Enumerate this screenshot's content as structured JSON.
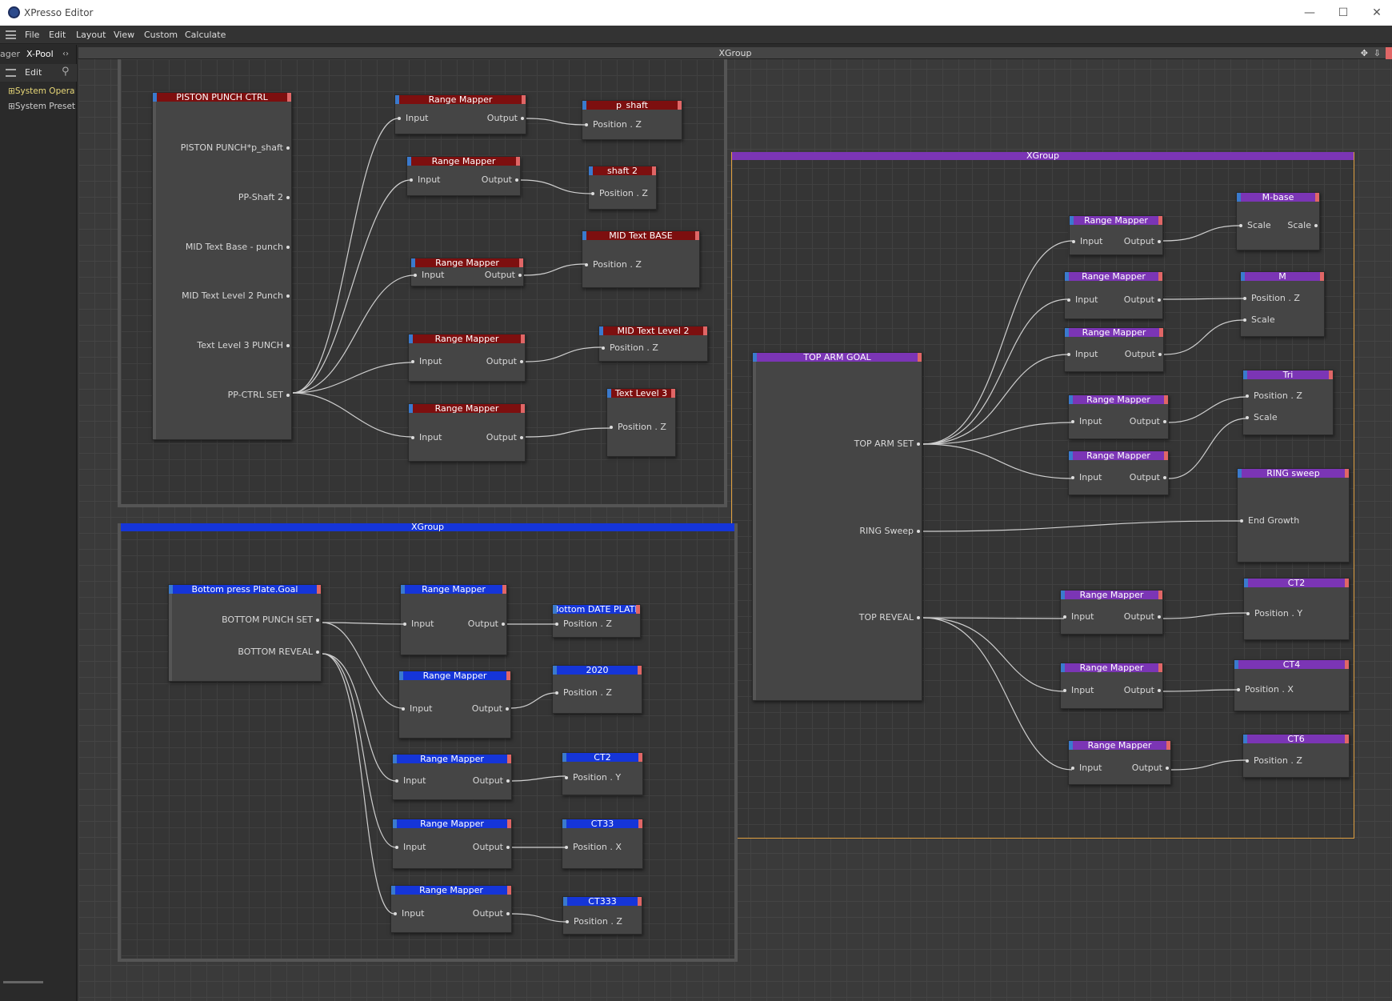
{
  "window": {
    "title": "XPresso Editor",
    "min": "—",
    "max": "☐",
    "close": "✕"
  },
  "menu": {
    "items": [
      "File",
      "Edit",
      "Layout",
      "View",
      "Custom",
      "Calculate"
    ]
  },
  "left_panel": {
    "tab_manager": "ager",
    "tab_xpool": "X-Pool",
    "edit_label": "Edit",
    "tree": [
      "System Operat",
      "System Presets"
    ]
  },
  "canvas": {
    "root_title": "XGroup"
  },
  "groups": {
    "top_left": {
      "title": "XGroup",
      "color": "#4a4a4a"
    },
    "right": {
      "title": "XGroup",
      "color": "#7b35b5"
    },
    "bottom": {
      "title": "XGroup",
      "color": "#1535d8"
    }
  },
  "nodes": {
    "piston": {
      "title": "PISTON PUNCH CTRL",
      "ports": [
        "PISTON PUNCH*p_shaft",
        "PP-Shaft 2",
        "MID Text Base - punch",
        "MID Text Level 2 Punch",
        "Text Level 3 PUNCH",
        "PP-CTRL SET"
      ]
    },
    "rm": {
      "title": "Range Mapper",
      "in": "Input",
      "out": "Output"
    },
    "p_shaft": {
      "title": "p_shaft",
      "port": "Position . Z"
    },
    "shaft2": {
      "title": "shaft 2",
      "port": "Position . Z"
    },
    "mid_text_base": {
      "title": "MID Text BASE",
      "port": "Position . Z"
    },
    "mid_text_level2": {
      "title": "MID Text Level 2",
      "port": "Position . Z"
    },
    "text_level3": {
      "title": "Text Level 3",
      "port": "Position . Z"
    },
    "top_arm": {
      "title": "TOP ARM GOAL",
      "ports": [
        "TOP ARM SET",
        "RING Sweep",
        "TOP REVEAL"
      ]
    },
    "m_base": {
      "title": "M-base",
      "in": "Scale",
      "out": "Scale"
    },
    "m": {
      "title": "M",
      "ports": [
        "Position . Z",
        "Scale"
      ]
    },
    "tri": {
      "title": "Tri",
      "ports": [
        "Position . Z",
        "Scale"
      ]
    },
    "ring_sweep": {
      "title": "RING sweep",
      "port": "End Growth"
    },
    "ct2_r": {
      "title": "CT2",
      "port": "Position . Y"
    },
    "ct4": {
      "title": "CT4",
      "port": "Position . X"
    },
    "ct6": {
      "title": "CT6",
      "port": "Position . Z"
    },
    "bottom_goal": {
      "title": "Bottom press Plate.Goal",
      "ports": [
        "BOTTOM PUNCH SET",
        "BOTTOM REVEAL"
      ]
    },
    "bottom_date": {
      "title": "Bottom DATE PLATE",
      "port": "Position . Z"
    },
    "n2020": {
      "title": "2020",
      "port": "Position . Z"
    },
    "ct2_b": {
      "title": "CT2",
      "port": "Position . Y"
    },
    "ct33": {
      "title": "CT33",
      "port": "Position . X"
    },
    "ct333": {
      "title": "CT333",
      "port": "Position . Z"
    }
  },
  "colors": {
    "red_header": "#7d0f0f",
    "purple_header": "#7b35b5",
    "blue_header": "#1535d8",
    "selection_outline": "#e0a040"
  }
}
